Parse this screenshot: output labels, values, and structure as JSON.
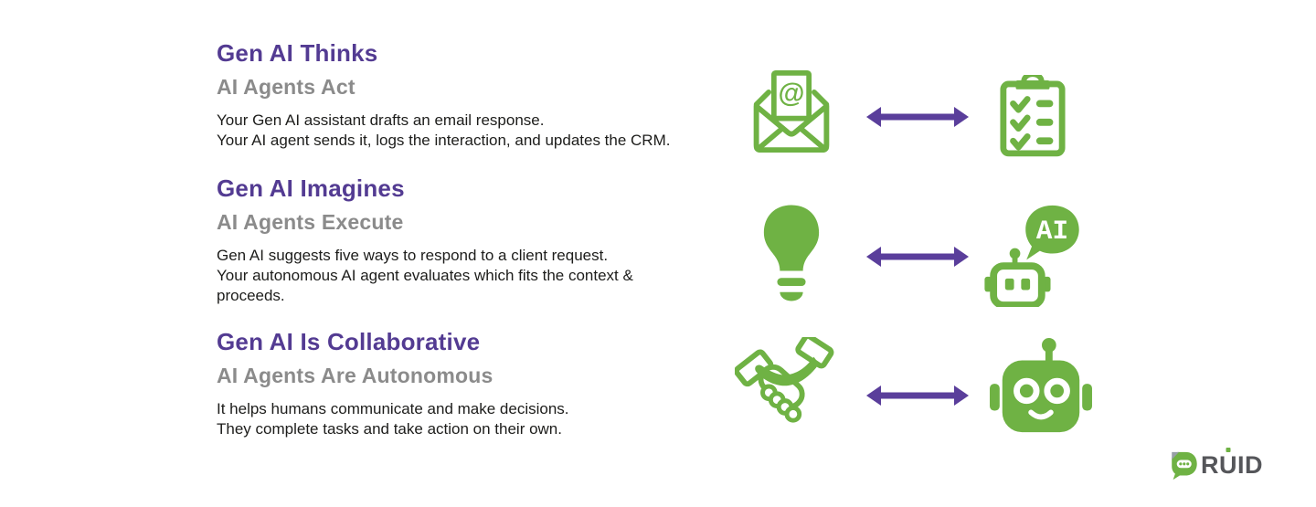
{
  "colors": {
    "green": "#6FB244",
    "purple_heading": "#533B92",
    "purple_arrow": "#5A3E9B",
    "gray_subheading": "#8B8B8B",
    "body_text": "#1D1D1B",
    "logo_gray": "#55565A"
  },
  "sections": [
    {
      "heading": "Gen AI Thinks",
      "subheading": "AI Agents Act",
      "body": [
        "Your Gen AI assistant drafts an email response.",
        "Your AI agent sends it, logs the interaction, and updates the CRM."
      ],
      "left_icon": "email-at-icon",
      "right_icon": "clipboard-checklist-icon"
    },
    {
      "heading": "Gen AI Imagines",
      "subheading": "AI Agents Execute",
      "body": [
        "Gen AI suggests five ways to respond to a client request.",
        "Your autonomous AI agent evaluates which fits the context &",
        "proceeds."
      ],
      "left_icon": "lightbulb-icon",
      "right_icon": "robot-ai-speech-icon"
    },
    {
      "heading": "Gen AI Is Collaborative",
      "subheading": "AI Agents Are Autonomous",
      "body": [
        "It helps humans communicate and make decisions.",
        "They complete tasks and take action on their own."
      ],
      "left_icon": "handshake-icon",
      "right_icon": "robot-head-icon"
    }
  ],
  "icons": {
    "arrow": "bidirectional-arrow",
    "ai_bubble_text": "AI"
  },
  "logo": {
    "brand": "DRUID",
    "letters": [
      "R",
      "U",
      "ID"
    ]
  }
}
